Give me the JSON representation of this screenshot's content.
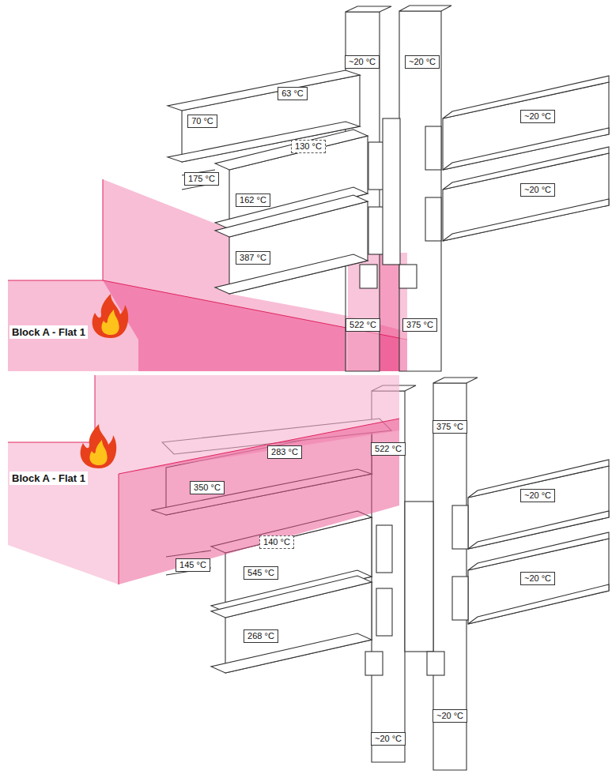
{
  "diagram": {
    "nodes": [
      {
        "text": [
          "~20 °C"
        ]
      },
      {
        "text": [
          "~20 °C"
        ]
      },
      {
        "text": [
          "63 °C"
        ]
      },
      {
        "text": [
          "~20 °C"
        ]
      },
      {
        "text": [
          "70 °C"
        ]
      },
      {
        "text": [
          "130 °C"
        ]
      },
      {
        "text": [
          "175 °C"
        ]
      },
      {
        "text": [
          "~20 °C"
        ]
      },
      {
        "text": [
          "162 °C"
        ]
      },
      {
        "text": [
          "387 °C"
        ]
      },
      {
        "text": [
          "522 °C"
        ]
      },
      {
        "text": [
          "375 °C"
        ]
      },
      {
        "text": [
          "375 °C"
        ]
      },
      {
        "text": [
          "522 °C"
        ]
      },
      {
        "text": [
          "283 °C"
        ]
      },
      {
        "text": [
          "350 °C"
        ]
      },
      {
        "text": [
          "~20 °C"
        ]
      },
      {
        "text": [
          "140 °C"
        ]
      },
      {
        "text": [
          "145 °C"
        ]
      },
      {
        "text": [
          "545 °C"
        ]
      },
      {
        "text": [
          "~20 °C"
        ]
      },
      {
        "text": [
          "268 °C"
        ]
      },
      {
        "text": [
          "~20 °C"
        ]
      },
      {
        "text": [
          "~20 °C"
        ]
      }
    ],
    "labels": [
      "Block A - Flat 1",
      "Block A - Flat 1"
    ]
  }
}
